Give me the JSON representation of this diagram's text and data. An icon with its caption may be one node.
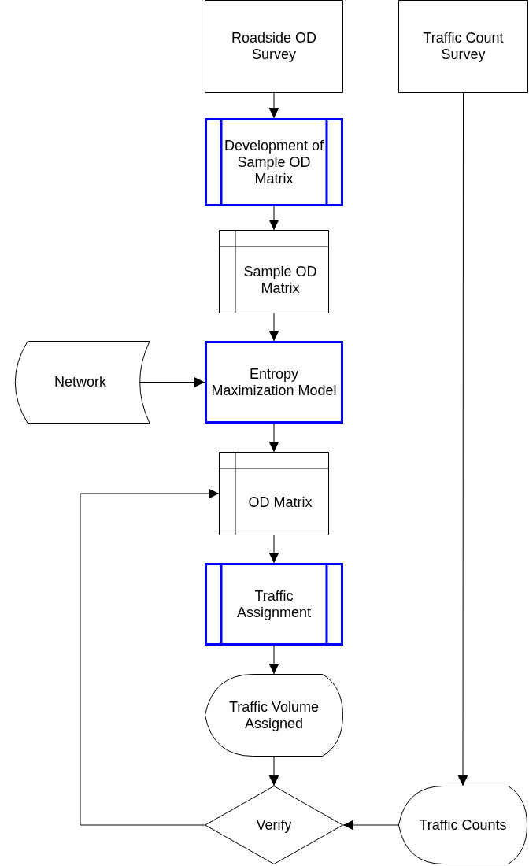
{
  "diagram": {
    "nodes": [
      {
        "text": [
          "Roadside OD Survey"
        ]
      },
      {
        "text": [
          "Traffic Count Survey"
        ]
      },
      {
        "text": [
          "Development of Sample OD Matrix"
        ]
      },
      {
        "text": [
          "Sample OD Matrix"
        ]
      },
      {
        "text": [
          "Network"
        ]
      },
      {
        "text": [
          "Entropy Maximization Model"
        ]
      },
      {
        "text": [
          "OD Matrix"
        ]
      },
      {
        "text": [
          "Traffic Assignment"
        ]
      },
      {
        "text": [
          "Traffic Volume Assigned"
        ]
      },
      {
        "text": [
          "Verify"
        ]
      },
      {
        "text": [
          "Traffic Counts"
        ]
      }
    ],
    "edges": [
      {
        "from": 0,
        "to": 2,
        "arrow": "to"
      },
      {
        "from": 2,
        "to": 3,
        "arrow": "to"
      },
      {
        "from": 3,
        "to": 5,
        "arrow": "to"
      },
      {
        "from": 4,
        "to": 5,
        "arrow": "to"
      },
      {
        "from": 5,
        "to": 6,
        "arrow": "to"
      },
      {
        "from": 6,
        "to": 7,
        "arrow": "to"
      },
      {
        "from": 7,
        "to": 8,
        "arrow": "to"
      },
      {
        "from": 8,
        "to": 9,
        "arrow": "to"
      },
      {
        "from": 1,
        "to": 10,
        "arrow": "to"
      },
      {
        "from": 10,
        "to": 9,
        "arrow": "to"
      },
      {
        "from": 9,
        "to": 6,
        "arrow": "to"
      }
    ]
  }
}
